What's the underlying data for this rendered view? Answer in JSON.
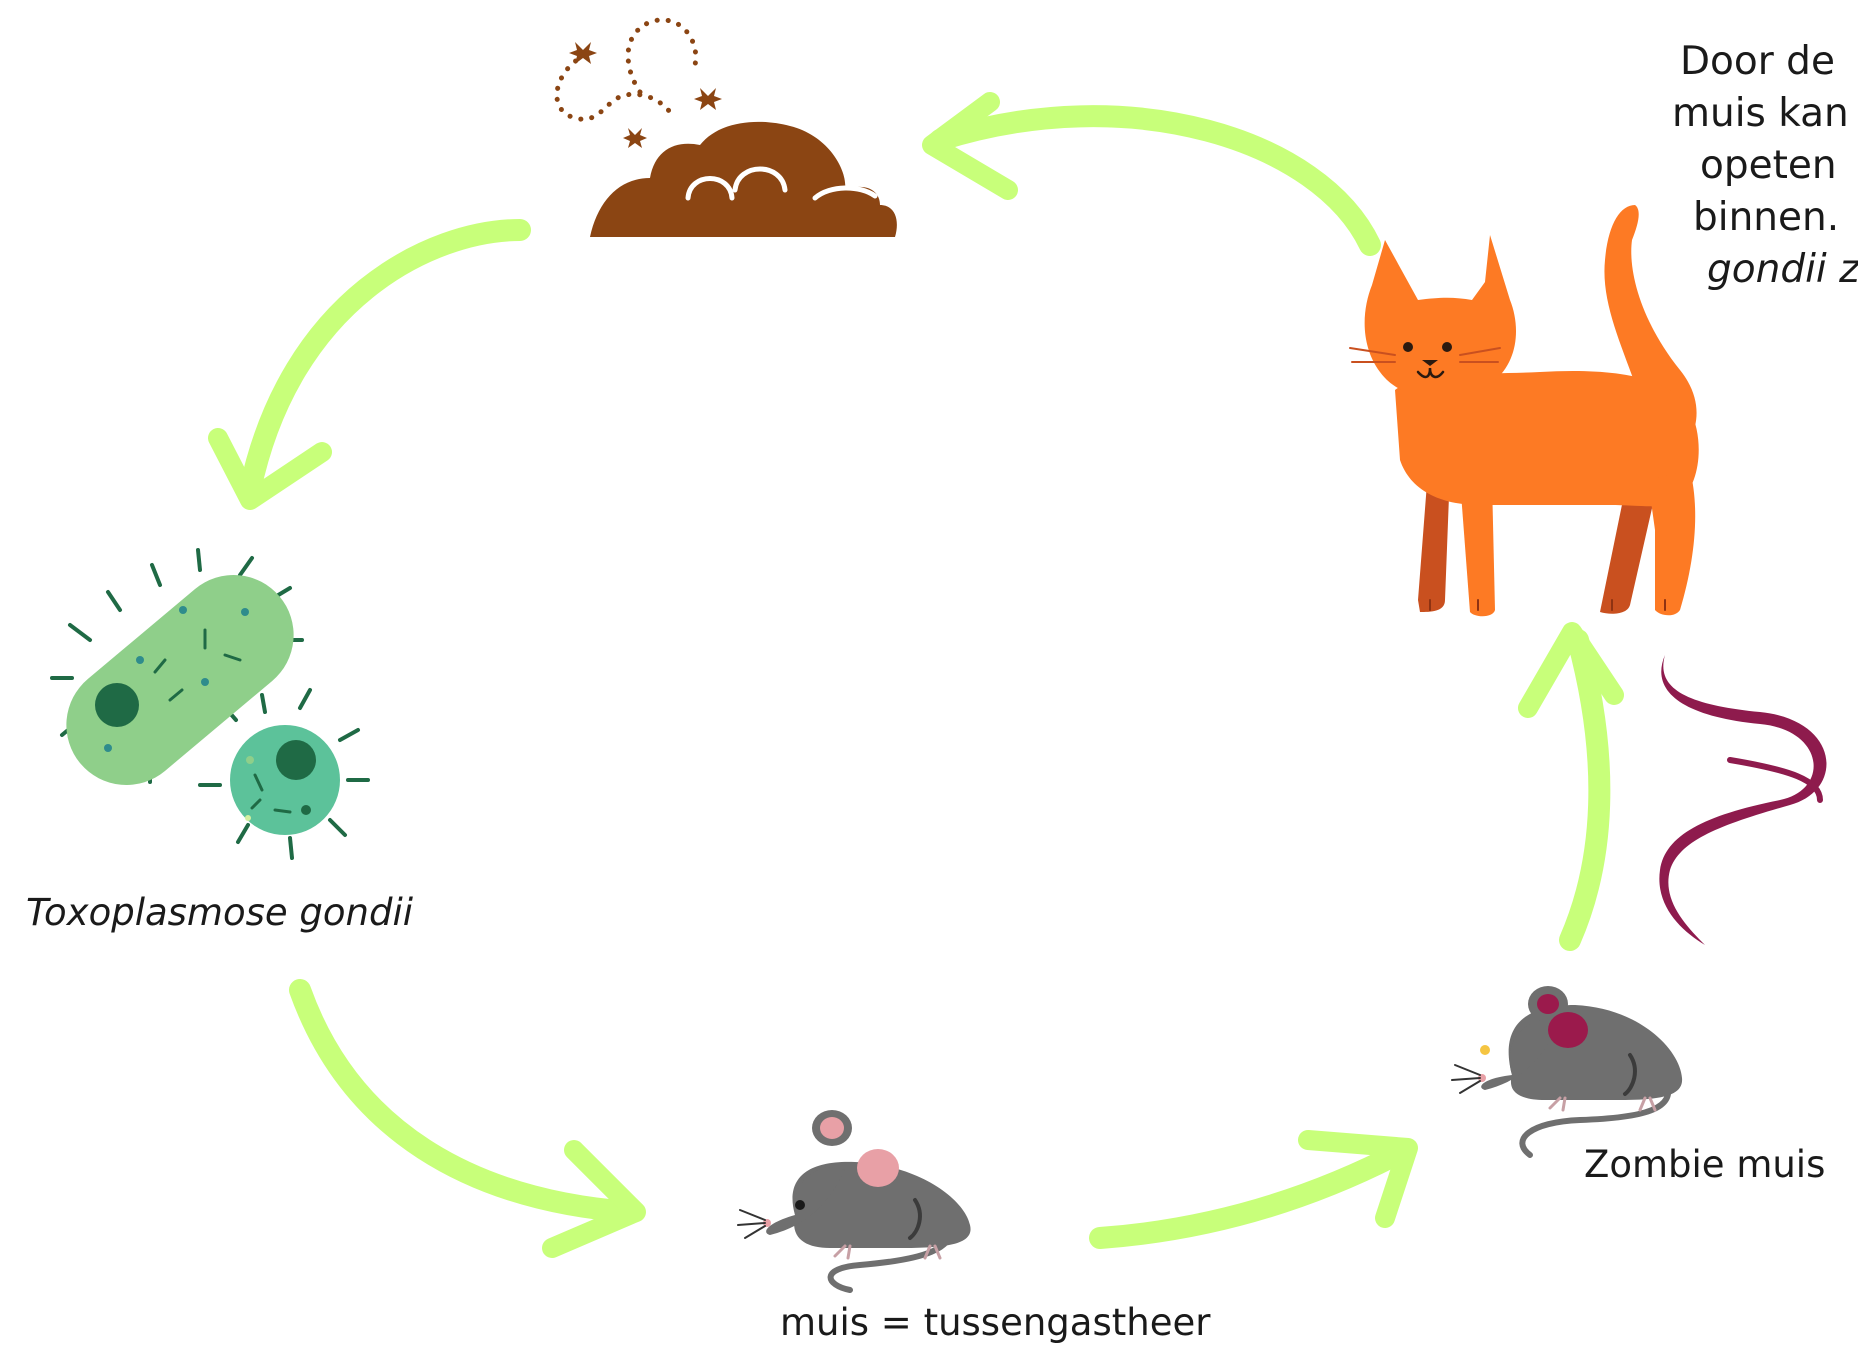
{
  "colors": {
    "arrow": "#c8ff7a",
    "soil": "#8b4513",
    "cat": "#fd7a24",
    "cat_dark": "#c9501f",
    "mouse": "#6f6f6f",
    "mouse_ear": "#e8a0a6",
    "zombie_mark": "#9b1a4c",
    "smell": "#8e1b4d",
    "bacteria_light": "#8fcf8a",
    "bacteria_teal": "#5cc29a",
    "bacteria_dark": "#1f6a45"
  },
  "labels": {
    "parasite": "Toxoplasmose gondii",
    "mouse_host": "muis = tussengastheer",
    "zombie": "Zombie muis"
  },
  "side_text": {
    "line1": "Door de",
    "line2": "muis kan",
    "line3": "opeten",
    "line4": "binnen.",
    "line5": "gondii z"
  },
  "icons": [
    "soil-with-larvae-icon",
    "cat-icon",
    "bacteria-icon",
    "mouse-icon",
    "zombie-mouse-icon",
    "smell-wave-icon"
  ]
}
